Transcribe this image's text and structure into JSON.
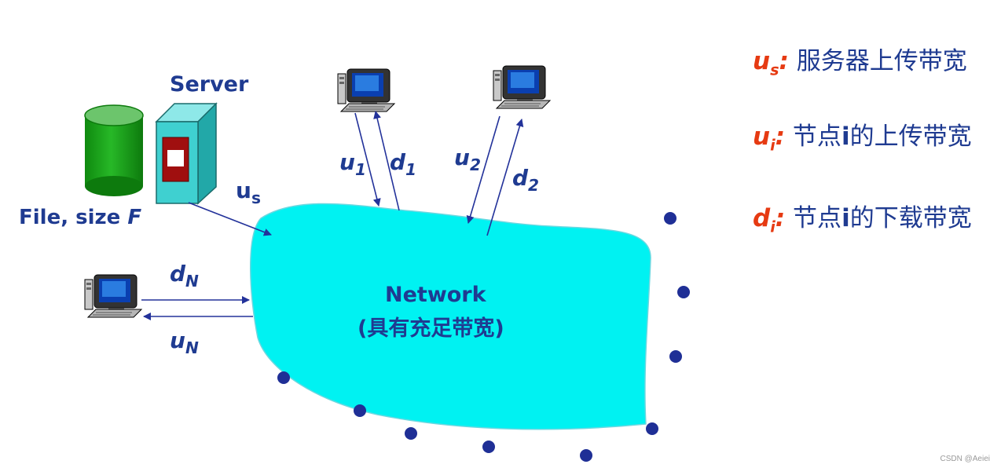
{
  "server_label": "Server",
  "file_label_prefix": "File, size ",
  "file_label_var": "F",
  "network_label": "Network",
  "network_sublabel": "(具有充足带宽)",
  "links": {
    "u1": {
      "base": "u",
      "sub": "1"
    },
    "d1": {
      "base": "d",
      "sub": "1"
    },
    "u2": {
      "base": "u",
      "sub": "2"
    },
    "d2": {
      "base": "d",
      "sub": "2"
    },
    "us": {
      "base": "u",
      "sub": "s"
    },
    "dN": {
      "base": "d",
      "sub": "N"
    },
    "uN": {
      "base": "u",
      "sub": "N"
    }
  },
  "legend": [
    {
      "base": "u",
      "sub": "s",
      "colon": ":",
      "desc": " 服务器上传带宽"
    },
    {
      "base": "u",
      "sub": "i",
      "colon": ":",
      "desc_pre": " 节点",
      "desc_bold": "i",
      "desc_post": "的上传带宽"
    },
    {
      "base": "d",
      "sub": "i",
      "colon": ":",
      "desc_pre": " 节点",
      "desc_bold": "i",
      "desc_post": "的下载带宽"
    }
  ],
  "watermark": "CSDN @Aeiei",
  "colors": {
    "network_fill": "#00f2f2",
    "arrow": "#23329a",
    "label": "#1f3b91",
    "legend_symbol": "#e63a12",
    "cylinder": "#1e9e1e",
    "server_box": "#3fd0d0",
    "dots": "#1f2f96"
  }
}
